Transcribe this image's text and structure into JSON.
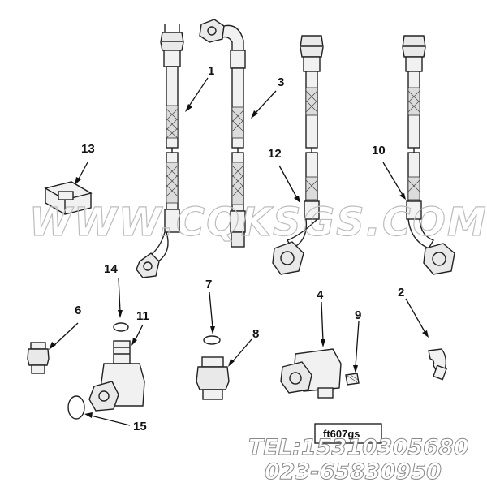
{
  "diagram": {
    "drawing_code": "ft607gs",
    "watermark": "WWW.CQKSGS.COM",
    "contact": {
      "tel": "TEL:15310305680",
      "phone": "023-65830950"
    },
    "callouts": [
      "1",
      "2",
      "3",
      "4",
      "6",
      "7",
      "8",
      "9",
      "10",
      "11",
      "12",
      "13",
      "14",
      "15"
    ]
  }
}
